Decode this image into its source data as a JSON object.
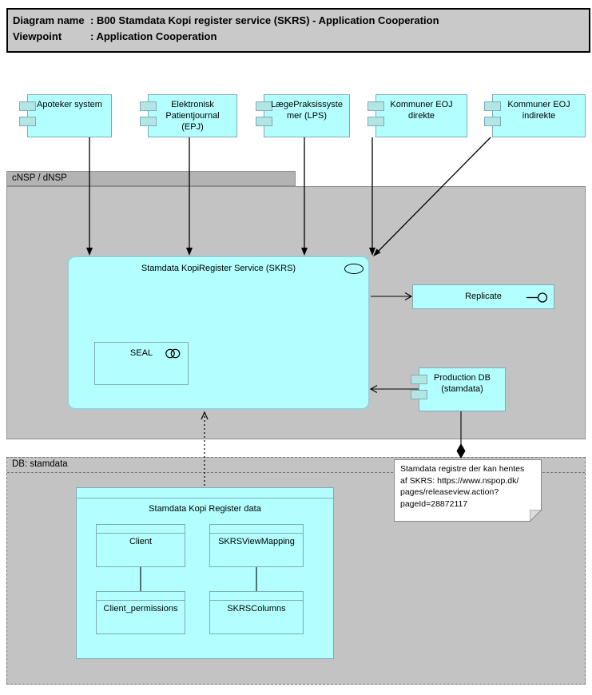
{
  "title": {
    "rows": [
      {
        "label": "Diagram name",
        "rest": ": B00 Stamdata Kopi register service (SKRS) - Application Cooperation"
      },
      {
        "label": "Viewpoint",
        "rest": ": Application Cooperation"
      }
    ]
  },
  "groups": {
    "cnsp": {
      "label": "cNSP / dNSP"
    },
    "db": {
      "label": "DB: stamdata"
    }
  },
  "components": {
    "items": [
      {
        "lines": [
          "Apoteker system"
        ]
      },
      {
        "lines": [
          "Elektronisk",
          "Patientjournal",
          "(EPJ)"
        ]
      },
      {
        "lines": [
          "LægePraksissyste",
          "mer (LPS)"
        ]
      },
      {
        "lines": [
          "Kommuner EOJ",
          "direkte"
        ]
      },
      {
        "lines": [
          "Kommuner EOJ",
          "indirekte"
        ]
      }
    ]
  },
  "service": {
    "label": "Stamdata KopiRegister Service (SKRS)",
    "seal_label": "SEAL",
    "replicate_label": "Replicate"
  },
  "production_db": {
    "lines": [
      "Production DB",
      "(stamdata)"
    ]
  },
  "note": {
    "lines": [
      "Stamdata registre der kan hentes",
      "af SKRS: https://www.nspop.dk/",
      "pages/releaseview.action?",
      "pageId=28872117"
    ]
  },
  "data_model": {
    "title": "Stamdata Kopi Register data",
    "objects": [
      {
        "label": "Client"
      },
      {
        "label": "SKRSViewMapping"
      },
      {
        "label": "Client_permissions"
      },
      {
        "label": "SKRSColumns"
      }
    ]
  },
  "colors": {
    "element_fill": "#b3ffff",
    "element_border": "#7fa9bc",
    "port_fill": "#b2e6e2",
    "group_body_fill": "#c3c3c3",
    "group_tab_fill": "#b3b3b3",
    "title_bar_fill": "#c9c9c9",
    "note_fill": "#ffffff",
    "connector": "#000000"
  }
}
